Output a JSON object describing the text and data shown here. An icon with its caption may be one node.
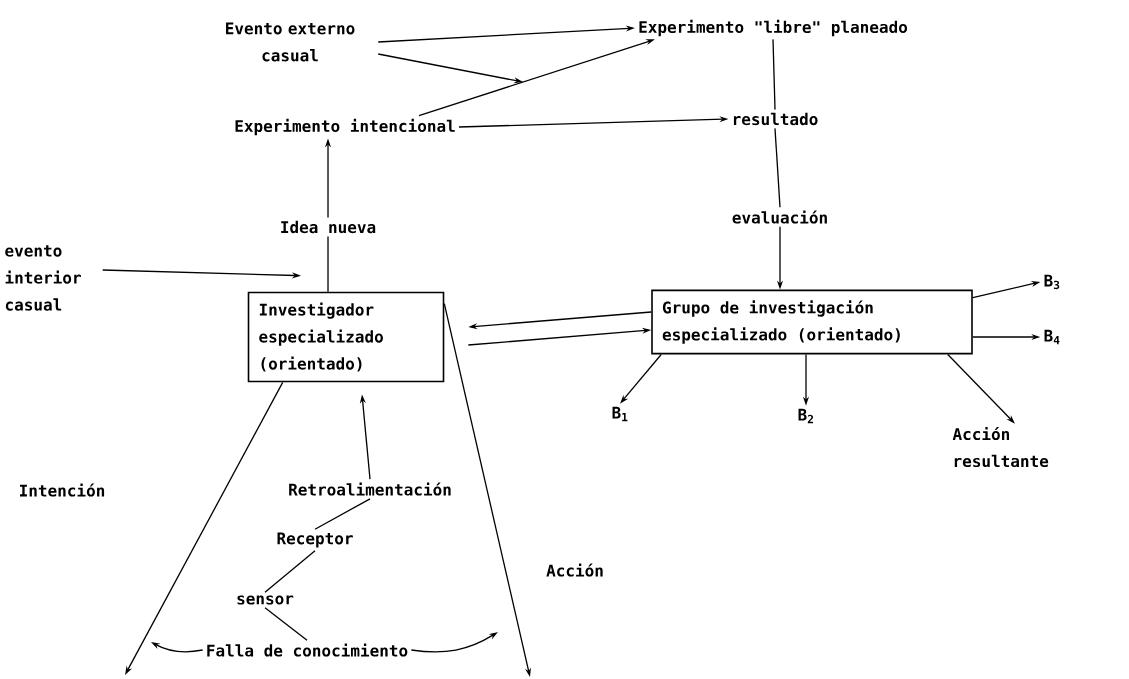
{
  "diagram": {
    "nodes": [
      {
        "text": [
          "Evento externo casual"
        ]
      },
      {
        "text": [
          "Experimento \"libre\" planeado"
        ]
      },
      {
        "text": [
          "Experimento intencional"
        ]
      },
      {
        "text": [
          "resultado"
        ]
      },
      {
        "text": [
          "Idea nueva"
        ]
      },
      {
        "text": [
          "evento interior casual"
        ]
      },
      {
        "text": [
          "Investigador especializado (orientado)"
        ]
      },
      {
        "text": [
          "evaluación"
        ]
      },
      {
        "text": [
          "Grupo de investigación especializado (orientado)"
        ]
      },
      {
        "text": [
          "B$_{3}$"
        ]
      },
      {
        "text": [
          "B$_{4}$"
        ]
      },
      {
        "text": [
          "B$_{1}$"
        ]
      },
      {
        "text": [
          "B$_{2}$"
        ]
      },
      {
        "text": [
          "Acción resultante"
        ]
      },
      {
        "text": [
          "Retroalimentación"
        ]
      },
      {
        "text": [
          "Receptor"
        ]
      },
      {
        "text": [
          "sensor"
        ]
      },
      {
        "text": [
          "Falla de conocimiento"
        ]
      }
    ],
    "edges": [
      {
        "from": 0,
        "to": 1,
        "arrow": "to"
      },
      {
        "from": 0,
        "to": null,
        "arrow": "to"
      },
      {
        "from": 2,
        "to": 1,
        "arrow": "to"
      },
      {
        "from": 2,
        "to": 3,
        "arrow": "to"
      },
      {
        "from": 1,
        "to": 3,
        "arrow": "none"
      },
      {
        "from": 3,
        "to": 7,
        "arrow": "none"
      },
      {
        "from": 7,
        "to": 8,
        "arrow": "to"
      },
      {
        "from": 6,
        "to": 4,
        "arrow": "none"
      },
      {
        "from": 4,
        "to": 2,
        "arrow": "to"
      },
      {
        "from": 5,
        "to": 6,
        "arrow": "to"
      },
      {
        "from": 8,
        "to": 6,
        "arrow": "to"
      },
      {
        "from": 6,
        "to": 8,
        "arrow": "to"
      },
      {
        "from": 8,
        "to": 9,
        "arrow": "to"
      },
      {
        "from": 8,
        "to": 10,
        "arrow": "to"
      },
      {
        "from": 8,
        "to": 11,
        "arrow": "to"
      },
      {
        "from": 8,
        "to": 12,
        "arrow": "to"
      },
      {
        "from": 8,
        "to": 13,
        "arrow": "to"
      },
      {
        "from": 6,
        "to": null,
        "arrow": "to"
      },
      {
        "from": 6,
        "to": null,
        "arrow": "to"
      },
      {
        "from": 14,
        "to": 6,
        "arrow": "to"
      },
      {
        "from": 15,
        "to": 14,
        "arrow": "none"
      },
      {
        "from": 16,
        "to": 15,
        "arrow": "none"
      },
      {
        "from": 17,
        "to": 16,
        "arrow": "none"
      },
      {
        "from": 17,
        "to": null,
        "arrow": "to"
      },
      {
        "from": 17,
        "to": null,
        "arrow": "to"
      }
    ],
    "labels": [
      "Intención",
      "Acción"
    ]
  }
}
